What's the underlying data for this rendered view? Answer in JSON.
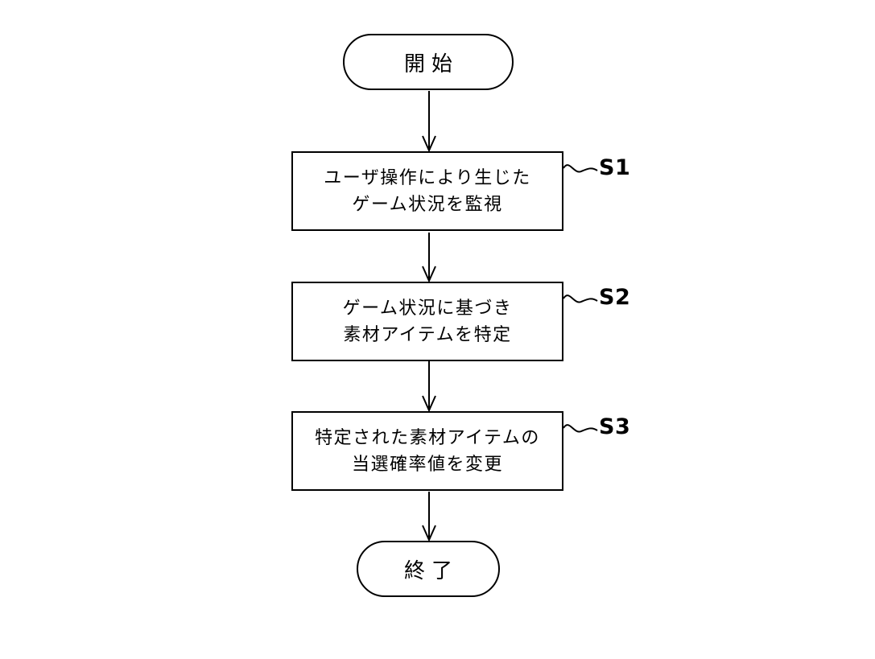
{
  "figure": {
    "background_color": "#ffffff",
    "line_color": "#000000"
  },
  "flowchart": {
    "start": {
      "shape": "terminal",
      "label": "開始"
    },
    "end": {
      "shape": "terminal",
      "label": "終了"
    },
    "steps": [
      {
        "id": "S1",
        "shape": "process",
        "lines": [
          "ユーザ操作により生じた",
          "ゲーム状況を監視"
        ]
      },
      {
        "id": "S2",
        "shape": "process",
        "lines": [
          "ゲーム状況に基づき",
          "素材アイテムを特定"
        ]
      },
      {
        "id": "S3",
        "shape": "process",
        "lines": [
          "特定された素材アイテムの",
          "当選確率値を変更"
        ]
      }
    ],
    "flow_order": [
      "start",
      "S1",
      "S2",
      "S3",
      "end"
    ]
  }
}
